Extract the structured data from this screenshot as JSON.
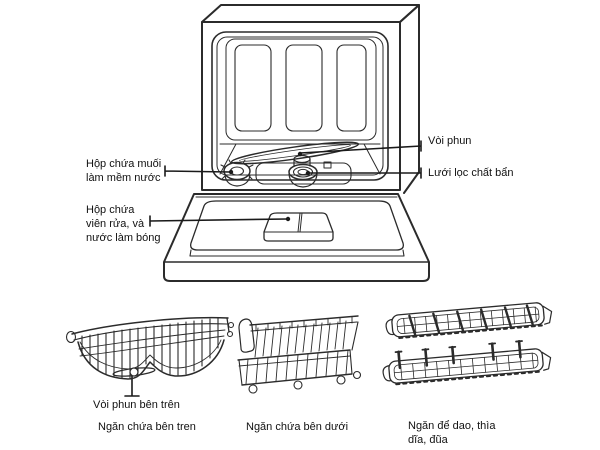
{
  "diagram": {
    "labels": {
      "salt_container": "Hộp chứa muối\nlàm mềm nước",
      "detergent_dispenser": "Hộp chứa\nviên rửa, và\nnước làm bóng",
      "spray_arm": "Vòi phun",
      "filter": "Lưới lọc chất bẩn",
      "upper_spray_arm": "Vòi phun bên trên",
      "upper_basket": "Ngăn chứa bên tren",
      "lower_basket": "Ngăn chứa bên dưới",
      "cutlery_tray": "Ngăn để dao, thìa\ndĩa, đũa"
    },
    "colors": {
      "line": "#2b2b2b",
      "leader": "#1a1a1a",
      "text": "#111111",
      "background": "#ffffff"
    }
  }
}
